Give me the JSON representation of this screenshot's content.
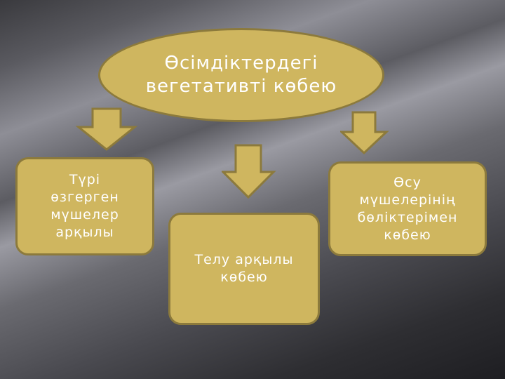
{
  "title": "Өсімдіктердегі вегетативті көбею",
  "boxes": [
    {
      "label": "Түрі өзгерген мүшелер арқылы"
    },
    {
      "label": "Телу арқылы көбею"
    },
    {
      "label": "Өсу мүшелерінің бөліктерімен көбею"
    }
  ],
  "colors": {
    "fill": "#cfb65f",
    "border": "#8c7a3c",
    "text": "#ffffff"
  }
}
